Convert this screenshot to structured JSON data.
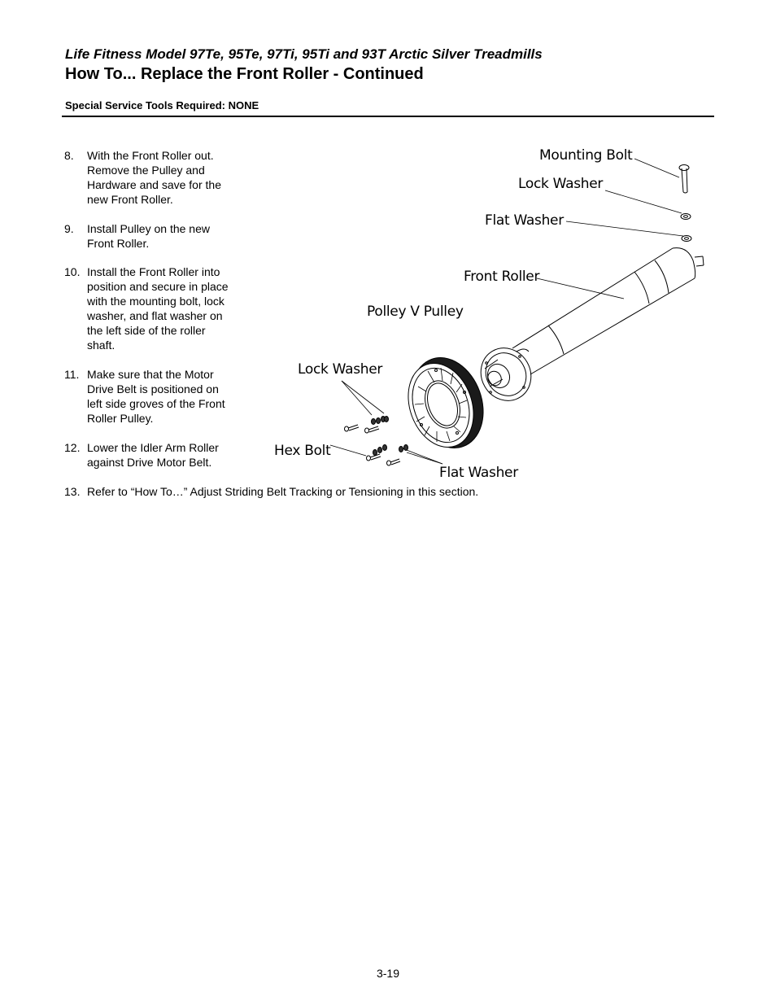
{
  "header": {
    "model_title": "Life Fitness Model 97Te, 95Te, 97Ti, 95Ti and 93T Arctic Silver Treadmills",
    "section_title": "How To... Replace the Front Roller - Continued",
    "tools_required": "Special Service Tools Required: NONE"
  },
  "steps": [
    {
      "number": "8.",
      "lines": [
        "With the Front Roller out.",
        "Remove the Pulley and",
        "Hardware and save for the",
        "new Front Roller."
      ]
    },
    {
      "number": "9.",
      "lines": [
        "Install Pulley on the new",
        "Front Roller."
      ]
    },
    {
      "number": "10.",
      "lines": [
        "Install the Front Roller into",
        "position and secure in place",
        "with the mounting bolt, lock",
        "washer, and flat washer on",
        "the left side of the roller",
        "shaft."
      ]
    },
    {
      "number": "11.",
      "lines": [
        "Make sure that the Motor",
        "Drive Belt is positioned on",
        "left side groves of the Front",
        "Roller Pulley."
      ]
    },
    {
      "number": "12.",
      "lines": [
        "Lower the Idler Arm Roller",
        "against Drive Motor Belt."
      ]
    },
    {
      "number": "13.",
      "lines": [
        "Refer to “How To…” Adjust Striding Belt Tracking or Tensioning in this section."
      ]
    }
  ],
  "diagram": {
    "labels": {
      "mounting_bolt": "Mounting Bolt",
      "lock_washer_top": "Lock Washer",
      "flat_washer_top": "Flat Washer",
      "front_roller": "Front Roller",
      "polley_v_pulley": "Polley V Pulley",
      "lock_washer_left": "Lock Washer",
      "hex_bolt": "Hex Bolt",
      "flat_washer_bottom": "Flat Washer"
    }
  },
  "footer": {
    "page_number": "3-19"
  }
}
